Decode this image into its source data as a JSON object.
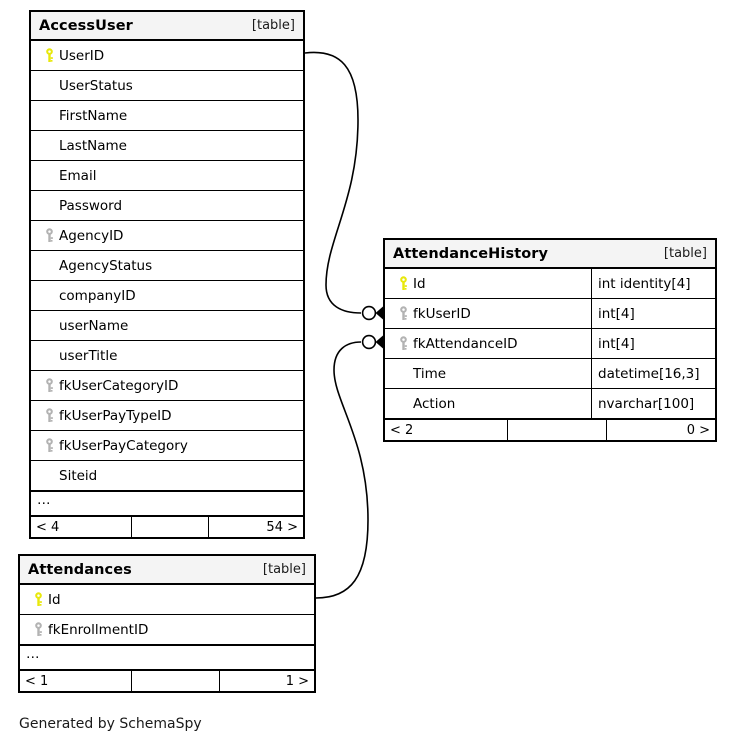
{
  "diagram": {
    "generator_text": "Generated by SchemaSpy",
    "table_tag": "[table]",
    "more_columns_marker": "…",
    "pk_icon": "yellow-key-icon",
    "fk_icon": "gray-key-icon",
    "pk_color": "#e8e80c",
    "fk_color": "#b3b3b3",
    "header_bg": "#f4f4f4",
    "border_color": "#000000"
  },
  "tables": [
    {
      "id": "accessuser",
      "name": "AccessUser",
      "tag": "[table]",
      "show_types": false,
      "columns": [
        {
          "name": "UserID",
          "key": "pk",
          "type": ""
        },
        {
          "name": "UserStatus",
          "key": "",
          "type": ""
        },
        {
          "name": "FirstName",
          "key": "",
          "type": ""
        },
        {
          "name": "LastName",
          "key": "",
          "type": ""
        },
        {
          "name": "Email",
          "key": "",
          "type": ""
        },
        {
          "name": "Password",
          "key": "",
          "type": ""
        },
        {
          "name": "AgencyID",
          "key": "fk",
          "type": ""
        },
        {
          "name": "AgencyStatus",
          "key": "",
          "type": ""
        },
        {
          "name": "companyID",
          "key": "",
          "type": ""
        },
        {
          "name": "userName",
          "key": "",
          "type": ""
        },
        {
          "name": "userTitle",
          "key": "",
          "type": ""
        },
        {
          "name": "fkUserCategoryID",
          "key": "fk",
          "type": ""
        },
        {
          "name": "fkUserPayTypeID",
          "key": "fk",
          "type": ""
        },
        {
          "name": "fkUserPayCategory",
          "key": "fk",
          "type": ""
        },
        {
          "name": "Siteid",
          "key": "",
          "type": ""
        }
      ],
      "has_more": true,
      "footer": {
        "left": "< 4",
        "middle": "",
        "right": "54 >"
      }
    },
    {
      "id": "attendancehistory",
      "name": "AttendanceHistory",
      "tag": "[table]",
      "show_types": true,
      "columns": [
        {
          "name": "Id",
          "key": "pk",
          "type": "int identity[4]"
        },
        {
          "name": "fkUserID",
          "key": "fk",
          "type": "int[4]"
        },
        {
          "name": "fkAttendanceID",
          "key": "fk",
          "type": "int[4]"
        },
        {
          "name": "Time",
          "key": "",
          "type": "datetime[16,3]"
        },
        {
          "name": "Action",
          "key": "",
          "type": "nvarchar[100]"
        }
      ],
      "has_more": false,
      "footer": {
        "left": "< 2",
        "middle": "",
        "right": "0 >"
      }
    },
    {
      "id": "attendances",
      "name": "Attendances",
      "tag": "[table]",
      "show_types": false,
      "columns": [
        {
          "name": "Id",
          "key": "pk",
          "type": ""
        },
        {
          "name": "fkEnrollmentID",
          "key": "fk",
          "type": ""
        }
      ],
      "has_more": true,
      "footer": {
        "left": "< 1",
        "middle": "",
        "right": "1 >"
      }
    }
  ],
  "relationships": [
    {
      "id": "accessuser-userid-to-attendancehistory-fkuserid",
      "from_table": "AccessUser",
      "from_column": "UserID",
      "to_table": "AttendanceHistory",
      "to_column": "fkUserID",
      "from_end": "line",
      "to_end": "optional-many"
    },
    {
      "id": "attendances-id-to-attendancehistory-fkattendanceid",
      "from_table": "Attendances",
      "from_column": "Id",
      "to_table": "AttendanceHistory",
      "to_column": "fkAttendanceID",
      "from_end": "line",
      "to_end": "optional-many"
    }
  ]
}
